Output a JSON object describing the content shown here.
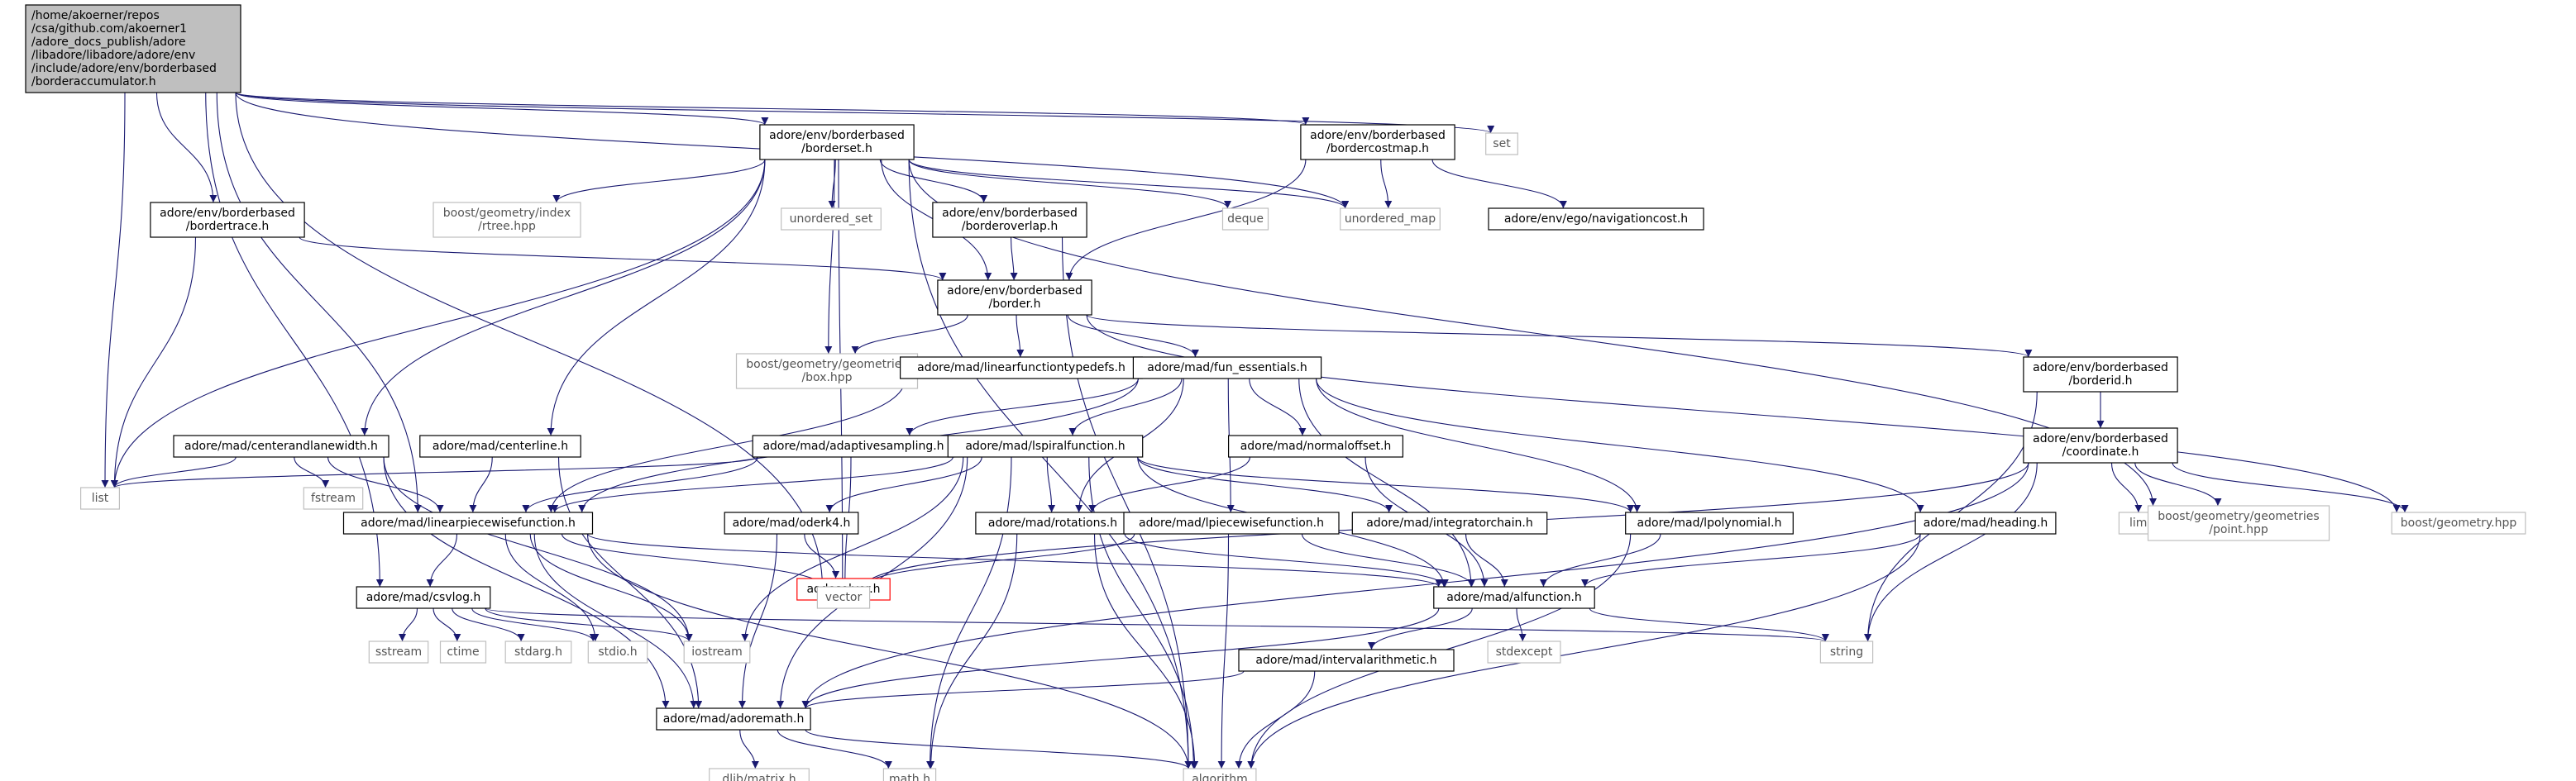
{
  "nodes": [
    {
      "id": "root",
      "lines": [
        "/home/akoerner/repos",
        "/csa/github.com/akoerner1",
        "/adore_docs_publish/adore",
        "/libadore/libadore/adore/env",
        "/include/adore/env/borderbased",
        "/borderaccumulator.h"
      ],
      "kind": "root"
    },
    {
      "id": "borderset",
      "lines": [
        "adore/env/borderbased",
        "/borderset.h"
      ],
      "kind": "file"
    },
    {
      "id": "bordercostmap",
      "lines": [
        "adore/env/borderbased",
        "/bordercostmap.h"
      ],
      "kind": "file"
    },
    {
      "id": "set",
      "lines": [
        "set"
      ],
      "kind": "sys"
    },
    {
      "id": "bordertrace",
      "lines": [
        "adore/env/borderbased",
        "/bordertrace.h"
      ],
      "kind": "file"
    },
    {
      "id": "rtree",
      "lines": [
        "boost/geometry/index",
        "/rtree.hpp"
      ],
      "kind": "sys"
    },
    {
      "id": "borderoverlap",
      "lines": [
        "adore/env/borderbased",
        "/borderoverlap.h"
      ],
      "kind": "file"
    },
    {
      "id": "unordered_set",
      "lines": [
        "unordered_set"
      ],
      "kind": "sys"
    },
    {
      "id": "deque",
      "lines": [
        "deque"
      ],
      "kind": "sys"
    },
    {
      "id": "unordered_map",
      "lines": [
        "unordered_map"
      ],
      "kind": "sys"
    },
    {
      "id": "navigationcost",
      "lines": [
        "adore/env/ego/navigationcost.h"
      ],
      "kind": "file"
    },
    {
      "id": "border",
      "lines": [
        "adore/env/borderbased",
        "/border.h"
      ],
      "kind": "file"
    },
    {
      "id": "box",
      "lines": [
        "boost/geometry/geometries",
        "/box.hpp"
      ],
      "kind": "sys"
    },
    {
      "id": "lftypedefs",
      "lines": [
        "adore/mad/linearfunctiontypedefs.h"
      ],
      "kind": "file"
    },
    {
      "id": "fun_essentials",
      "lines": [
        "adore/mad/fun_essentials.h"
      ],
      "kind": "file"
    },
    {
      "id": "borderid",
      "lines": [
        "adore/env/borderbased",
        "/borderid.h"
      ],
      "kind": "file"
    },
    {
      "id": "centerandlanewidth",
      "lines": [
        "adore/mad/centerandlanewidth.h"
      ],
      "kind": "file"
    },
    {
      "id": "centerline",
      "lines": [
        "adore/mad/centerline.h"
      ],
      "kind": "file"
    },
    {
      "id": "adaptivesampling",
      "lines": [
        "adore/mad/adaptivesampling.h"
      ],
      "kind": "file"
    },
    {
      "id": "lspiral",
      "lines": [
        "adore/mad/lspiralfunction.h"
      ],
      "kind": "file"
    },
    {
      "id": "normaloffset",
      "lines": [
        "adore/mad/normaloffset.h"
      ],
      "kind": "file"
    },
    {
      "id": "coordinate",
      "lines": [
        "adore/env/borderbased",
        "/coordinate.h"
      ],
      "kind": "file"
    },
    {
      "id": "list",
      "lines": [
        "list"
      ],
      "kind": "sys"
    },
    {
      "id": "fstream",
      "lines": [
        "fstream"
      ],
      "kind": "sys"
    },
    {
      "id": "lpwf",
      "lines": [
        "adore/mad/linearpiecewisefunction.h"
      ],
      "kind": "file"
    },
    {
      "id": "oderk4",
      "lines": [
        "adore/mad/oderk4.h"
      ],
      "kind": "file"
    },
    {
      "id": "rotations",
      "lines": [
        "adore/mad/rotations.h"
      ],
      "kind": "file"
    },
    {
      "id": "lpiecewise",
      "lines": [
        "adore/mad/lpiecewisefunction.h"
      ],
      "kind": "file"
    },
    {
      "id": "integratorchain",
      "lines": [
        "adore/mad/integratorchain.h"
      ],
      "kind": "file"
    },
    {
      "id": "lpolynomial",
      "lines": [
        "adore/mad/lpolynomial.h"
      ],
      "kind": "file"
    },
    {
      "id": "heading",
      "lines": [
        "adore/mad/heading.h"
      ],
      "kind": "file"
    },
    {
      "id": "limits",
      "lines": [
        "limits"
      ],
      "kind": "sys"
    },
    {
      "id": "point",
      "lines": [
        "boost/geometry/geometries",
        "/point.hpp"
      ],
      "kind": "sys"
    },
    {
      "id": "bgeometry",
      "lines": [
        "boost/geometry.hpp"
      ],
      "kind": "sys"
    },
    {
      "id": "aodesolver",
      "lines": [
        "aodesolver.h"
      ],
      "kind": "missing"
    },
    {
      "id": "vector",
      "lines": [
        "vector"
      ],
      "kind": "sys"
    },
    {
      "id": "csvlog",
      "lines": [
        "adore/mad/csvlog.h"
      ],
      "kind": "file"
    },
    {
      "id": "alfunction",
      "lines": [
        "adore/mad/alfunction.h"
      ],
      "kind": "file"
    },
    {
      "id": "sstream",
      "lines": [
        "sstream"
      ],
      "kind": "sys"
    },
    {
      "id": "ctime",
      "lines": [
        "ctime"
      ],
      "kind": "sys"
    },
    {
      "id": "stdarg",
      "lines": [
        "stdarg.h"
      ],
      "kind": "sys"
    },
    {
      "id": "stdio",
      "lines": [
        "stdio.h"
      ],
      "kind": "sys"
    },
    {
      "id": "iostream",
      "lines": [
        "iostream"
      ],
      "kind": "sys"
    },
    {
      "id": "stdexcept",
      "lines": [
        "stdexcept"
      ],
      "kind": "sys"
    },
    {
      "id": "string",
      "lines": [
        "string"
      ],
      "kind": "sys"
    },
    {
      "id": "intervalarith",
      "lines": [
        "adore/mad/intervalarithmetic.h"
      ],
      "kind": "file"
    },
    {
      "id": "adoremath",
      "lines": [
        "adore/mad/adoremath.h"
      ],
      "kind": "file"
    },
    {
      "id": "dlib",
      "lines": [
        "dlib/matrix.h"
      ],
      "kind": "sys"
    },
    {
      "id": "mathh",
      "lines": [
        "math.h"
      ],
      "kind": "sys"
    },
    {
      "id": "algorithm",
      "lines": [
        "algorithm"
      ],
      "kind": "sys"
    }
  ],
  "edges": [
    [
      "root",
      "borderset"
    ],
    [
      "root",
      "bordercostmap"
    ],
    [
      "root",
      "set"
    ],
    [
      "root",
      "bordertrace"
    ],
    [
      "root",
      "list"
    ],
    [
      "root",
      "vector"
    ],
    [
      "root",
      "lpwf"
    ],
    [
      "root",
      "csvlog"
    ],
    [
      "root",
      "unordered_map"
    ],
    [
      "borderset",
      "border"
    ],
    [
      "borderset",
      "borderoverlap"
    ],
    [
      "borderset",
      "unordered_set"
    ],
    [
      "borderset",
      "deque"
    ],
    [
      "borderset",
      "unordered_map"
    ],
    [
      "borderset",
      "rtree"
    ],
    [
      "borderset",
      "box"
    ],
    [
      "borderset",
      "list"
    ],
    [
      "borderset",
      "centerandlanewidth"
    ],
    [
      "borderset",
      "centerline"
    ],
    [
      "borderset",
      "vector"
    ],
    [
      "borderset",
      "point"
    ],
    [
      "borderset",
      "algorithm"
    ],
    [
      "bordercostmap",
      "unordered_map"
    ],
    [
      "bordercostmap",
      "navigationcost"
    ],
    [
      "bordercostmap",
      "border"
    ],
    [
      "bordertrace",
      "border"
    ],
    [
      "bordertrace",
      "list"
    ],
    [
      "borderoverlap",
      "border"
    ],
    [
      "borderoverlap",
      "algorithm"
    ],
    [
      "border",
      "box"
    ],
    [
      "border",
      "lftypedefs"
    ],
    [
      "border",
      "fun_essentials"
    ],
    [
      "border",
      "borderid"
    ],
    [
      "border",
      "bgeometry"
    ],
    [
      "lftypedefs",
      "lpwf"
    ],
    [
      "fun_essentials",
      "adaptivesampling"
    ],
    [
      "fun_essentials",
      "lspiral"
    ],
    [
      "fun_essentials",
      "normaloffset"
    ],
    [
      "fun_essentials",
      "rotations"
    ],
    [
      "fun_essentials",
      "lpiecewise"
    ],
    [
      "fun_essentials",
      "lpolynomial"
    ],
    [
      "fun_essentials",
      "heading"
    ],
    [
      "fun_essentials",
      "alfunction"
    ],
    [
      "fun_essentials",
      "lpwf"
    ],
    [
      "borderid",
      "coordinate"
    ],
    [
      "borderid",
      "string"
    ],
    [
      "coordinate",
      "limits"
    ],
    [
      "coordinate",
      "point"
    ],
    [
      "coordinate",
      "bgeometry"
    ],
    [
      "coordinate",
      "vector"
    ],
    [
      "coordinate",
      "string"
    ],
    [
      "coordinate",
      "adoremath"
    ],
    [
      "centerandlanewidth",
      "lpwf"
    ],
    [
      "centerandlanewidth",
      "list"
    ],
    [
      "centerandlanewidth",
      "fstream"
    ],
    [
      "centerandlanewidth",
      "adoremath"
    ],
    [
      "centerandlanewidth",
      "iostream"
    ],
    [
      "centerline",
      "lpwf"
    ],
    [
      "centerline",
      "adoremath"
    ],
    [
      "adaptivesampling",
      "lpwf"
    ],
    [
      "adaptivesampling",
      "list"
    ],
    [
      "adaptivesampling",
      "vector"
    ],
    [
      "lspiral",
      "lpwf"
    ],
    [
      "lspiral",
      "oderk4"
    ],
    [
      "lspiral",
      "rotations"
    ],
    [
      "lspiral",
      "integratorchain"
    ],
    [
      "lspiral",
      "lpolynomial"
    ],
    [
      "lspiral",
      "alfunction"
    ],
    [
      "lspiral",
      "iostream"
    ],
    [
      "lspiral",
      "mathh"
    ],
    [
      "lspiral",
      "algorithm"
    ],
    [
      "lspiral",
      "adoremath"
    ],
    [
      "normaloffset",
      "rotations"
    ],
    [
      "normaloffset",
      "alfunction"
    ],
    [
      "lpwf",
      "alfunction"
    ],
    [
      "lpwf",
      "csvlog"
    ],
    [
      "lpwf",
      "vector"
    ],
    [
      "lpwf",
      "iostream"
    ],
    [
      "lpwf",
      "algorithm"
    ],
    [
      "lpwf",
      "adoremath"
    ],
    [
      "lpwf",
      "stdio"
    ],
    [
      "oderk4",
      "aodesolver"
    ],
    [
      "oderk4",
      "adoremath"
    ],
    [
      "rotations",
      "alfunction"
    ],
    [
      "rotations",
      "mathh"
    ],
    [
      "rotations",
      "algorithm"
    ],
    [
      "lpiecewise",
      "alfunction"
    ],
    [
      "lpiecewise",
      "vector"
    ],
    [
      "lpiecewise",
      "algorithm"
    ],
    [
      "integratorchain",
      "alfunction"
    ],
    [
      "lpolynomial",
      "alfunction"
    ],
    [
      "lpolynomial",
      "algorithm"
    ],
    [
      "heading",
      "alfunction"
    ],
    [
      "heading",
      "algorithm"
    ],
    [
      "csvlog",
      "sstream"
    ],
    [
      "csvlog",
      "ctime"
    ],
    [
      "csvlog",
      "stdarg"
    ],
    [
      "csvlog",
      "stdio"
    ],
    [
      "csvlog",
      "iostream"
    ],
    [
      "csvlog",
      "string"
    ],
    [
      "alfunction",
      "stdexcept"
    ],
    [
      "alfunction",
      "string"
    ],
    [
      "alfunction",
      "intervalarith"
    ],
    [
      "alfunction",
      "adoremath"
    ],
    [
      "intervalarith",
      "adoremath"
    ],
    [
      "intervalarith",
      "algorithm"
    ],
    [
      "adoremath",
      "dlib"
    ],
    [
      "adoremath",
      "mathh"
    ],
    [
      "adoremath",
      "algorithm"
    ]
  ],
  "colors": {
    "edge": "#191970",
    "file_border": "#000000",
    "sys_border": "#bfbfbf",
    "missing_border": "#ff0000",
    "root_fill": "#bfbfbf",
    "text": "#000000",
    "sys_text": "#555555"
  }
}
